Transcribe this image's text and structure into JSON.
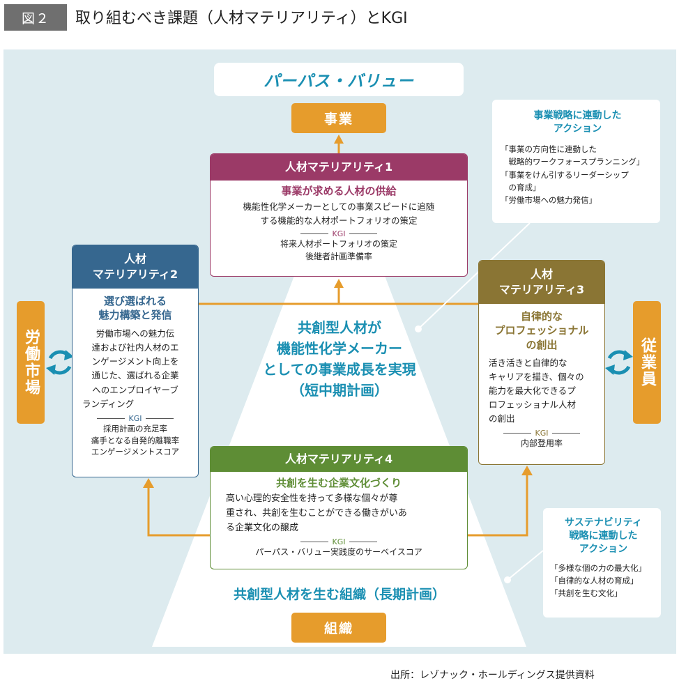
{
  "figure": {
    "badge": "図２",
    "title": "取り組むべき課題（人材マテリアリティ）とKGI"
  },
  "purpose_label": "パーパス・バリュー",
  "jigyo_label": "事業",
  "soshiki_label": "組織",
  "left_side_label": "労働市場",
  "right_side_label": "従業員",
  "center_goal": {
    "line1": "共創型人材が",
    "line2": "機能性化学メーカー",
    "line3": "としての事業成長を実現",
    "line4": "（短中期計画）"
  },
  "bottom_goal": "共創型人材を生む組織（長期計画）",
  "m1": {
    "title": "人材マテリアリティ1",
    "subtitle": "事業が求める人材の供給",
    "body_line1": "機能性化学メーカーとしての事業スピードに追随",
    "body_line2": "する機能的な人材ポートフォリオの策定",
    "kgi_label": "KGI",
    "kgi_line1": "将来人材ポートフォリオの策定",
    "kgi_line2": "後継者計画準備率"
  },
  "m2": {
    "title_line1": "人材",
    "title_line2": "マテリアリティ2",
    "subtitle_line1": "選び選ばれる",
    "subtitle_line2": "魅力構築と発信",
    "body_line1": "労働市場への魅力伝",
    "body_line2": "達および社内人材のエ",
    "body_line3": "ンゲージメント向上を",
    "body_line4": "通じた、選ばれる企業",
    "body_line5": "へのエンプロイヤーブ",
    "body_line6": "ランディング",
    "kgi_label": "KGI",
    "kgi_line1": "採用計画の充足率",
    "kgi_line2": "痛手となる自発的離職率",
    "kgi_line3": "エンゲージメントスコア"
  },
  "m3": {
    "title_line1": "人材",
    "title_line2": "マテリアリティ3",
    "subtitle_line1": "自律的な",
    "subtitle_line2": "プロフェッショナル",
    "subtitle_line3": "の創出",
    "body_line1": "活き活きと自律的な",
    "body_line2": "キャリアを描き、個々の",
    "body_line3": "能力を最大化できるプ",
    "body_line4": "ロフェッショナル人材",
    "body_line5": "の創出",
    "kgi_label": "KGI",
    "kgi_line1": "内部登用率"
  },
  "m4": {
    "title": "人材マテリアリティ4",
    "subtitle": "共創を生む企業文化づくり",
    "body_line1": "高い心理的安全性を持って多様な個々が尊",
    "body_line2": "重され、共創を生むことができる働きがいあ",
    "body_line3": "る企業文化の醸成",
    "kgi_label": "KGI",
    "kgi_line1": "パーパス・バリュー実践度のサーベイスコア"
  },
  "callout_business": {
    "title_line1": "事業戦略に連動した",
    "title_line2": "アクション",
    "item1": "「事業の方向性に連動した",
    "item1b": "　戦略的ワークフォースプランニング」",
    "item2": "「事業をけん引するリーダーシップ",
    "item2b": "　の育成」",
    "item3": "「労働市場への魅力発信」"
  },
  "callout_sustainability": {
    "title_line1": "サステナビリティ",
    "title_line2": "戦略に連動した",
    "title_line3": "アクション",
    "item1": "「多様な個の力の最大化」",
    "item2": "「自律的な人材の育成」",
    "item3": "「共創を生む文化」"
  },
  "source": "出所：レゾナック・ホールディングス提供資料",
  "colors": {
    "panel": "#ddebef",
    "orange": "#e69c2c",
    "teal": "#1a8fb2",
    "m1": "#9b3a67",
    "m2": "#36678f",
    "m3": "#8a7534",
    "m4": "#5e8d35"
  }
}
